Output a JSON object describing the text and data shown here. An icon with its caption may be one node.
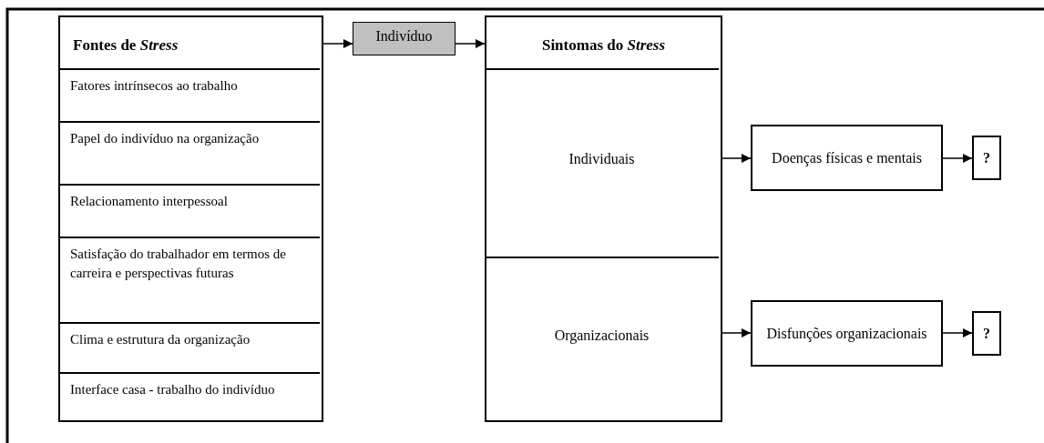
{
  "diagram": {
    "nodes": [
      {
        "text": [
          "Fontes de *Stress*"
        ]
      },
      {
        "text": [
          "Fatores intrínsecos ao trabalho"
        ],
        "in": 0
      },
      {
        "text": [
          "Papel do indivíduo na organização"
        ],
        "in": 0
      },
      {
        "text": [
          "Relacionamento interpessoal"
        ],
        "in": 0
      },
      {
        "text": [
          "Satisfação do trabalhador em termos de carreira e perspectivas futuras"
        ],
        "in": 0
      },
      {
        "text": [
          "Clima e estrutura da organização"
        ],
        "in": 0
      },
      {
        "text": [
          "Interface casa - trabalho do indivíduo"
        ],
        "in": 0
      },
      {
        "text": [
          "Indivíduo"
        ]
      },
      {
        "text": [
          "Sintomas do *Stress*"
        ]
      },
      {
        "text": [
          "Individuais"
        ],
        "in": 8
      },
      {
        "text": [
          "Organizacionais"
        ],
        "in": 8
      },
      {
        "text": [
          "Doenças físicas e mentais"
        ]
      },
      {
        "text": [
          "?"
        ]
      },
      {
        "text": [
          "Disfunções organizacionais"
        ]
      },
      {
        "text": [
          "?"
        ]
      }
    ],
    "edges": [
      {
        "from": 0,
        "to": 7,
        "arrow": "to"
      },
      {
        "from": 7,
        "to": 8,
        "arrow": "to"
      },
      {
        "from": 9,
        "to": 11,
        "arrow": "to"
      },
      {
        "from": 11,
        "to": 12,
        "arrow": "to"
      },
      {
        "from": 10,
        "to": 13,
        "arrow": "to"
      },
      {
        "from": 13,
        "to": 14,
        "arrow": "to"
      }
    ]
  }
}
